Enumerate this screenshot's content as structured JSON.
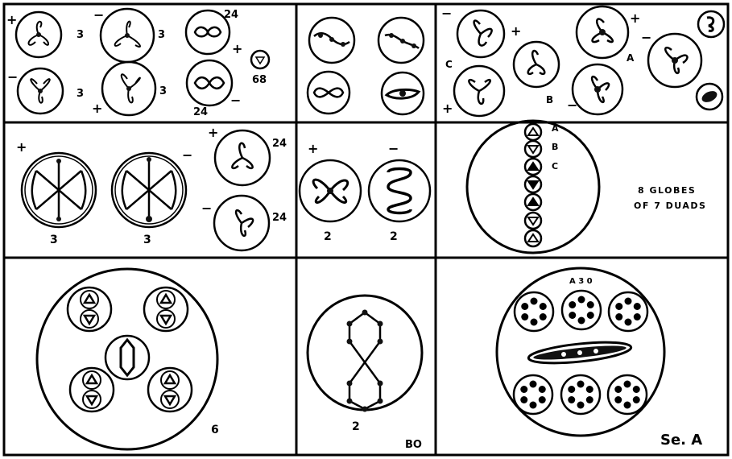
{
  "panels": {
    "p1": {
      "labels": [
        "3",
        "3",
        "3",
        "3",
        "24",
        "24",
        "68"
      ],
      "signs": [
        "+",
        "−",
        "−",
        "+",
        "+",
        "−"
      ]
    },
    "p3": {
      "labels": [
        "C",
        "B",
        "A"
      ],
      "signs": [
        "−",
        "+",
        "+",
        "−",
        "+",
        "−"
      ]
    },
    "p4": {
      "labels": [
        "3",
        "3",
        "24",
        "24"
      ],
      "signs": [
        "+",
        "−",
        "+",
        "−"
      ]
    },
    "p5": {
      "labels": [
        "2",
        "2"
      ],
      "signs": [
        "+",
        "−"
      ]
    },
    "p6": {
      "labels": [
        "A",
        "B",
        "C"
      ],
      "caption_line1": "8 GLOBES",
      "caption_line2": "OF 7 DUADS"
    },
    "p7": {
      "labels": [
        "6"
      ]
    },
    "p8": {
      "labels": [
        "2",
        "BO"
      ]
    },
    "p9": {
      "labels": [
        "A 3 0"
      ],
      "caption": "Se. A"
    }
  }
}
